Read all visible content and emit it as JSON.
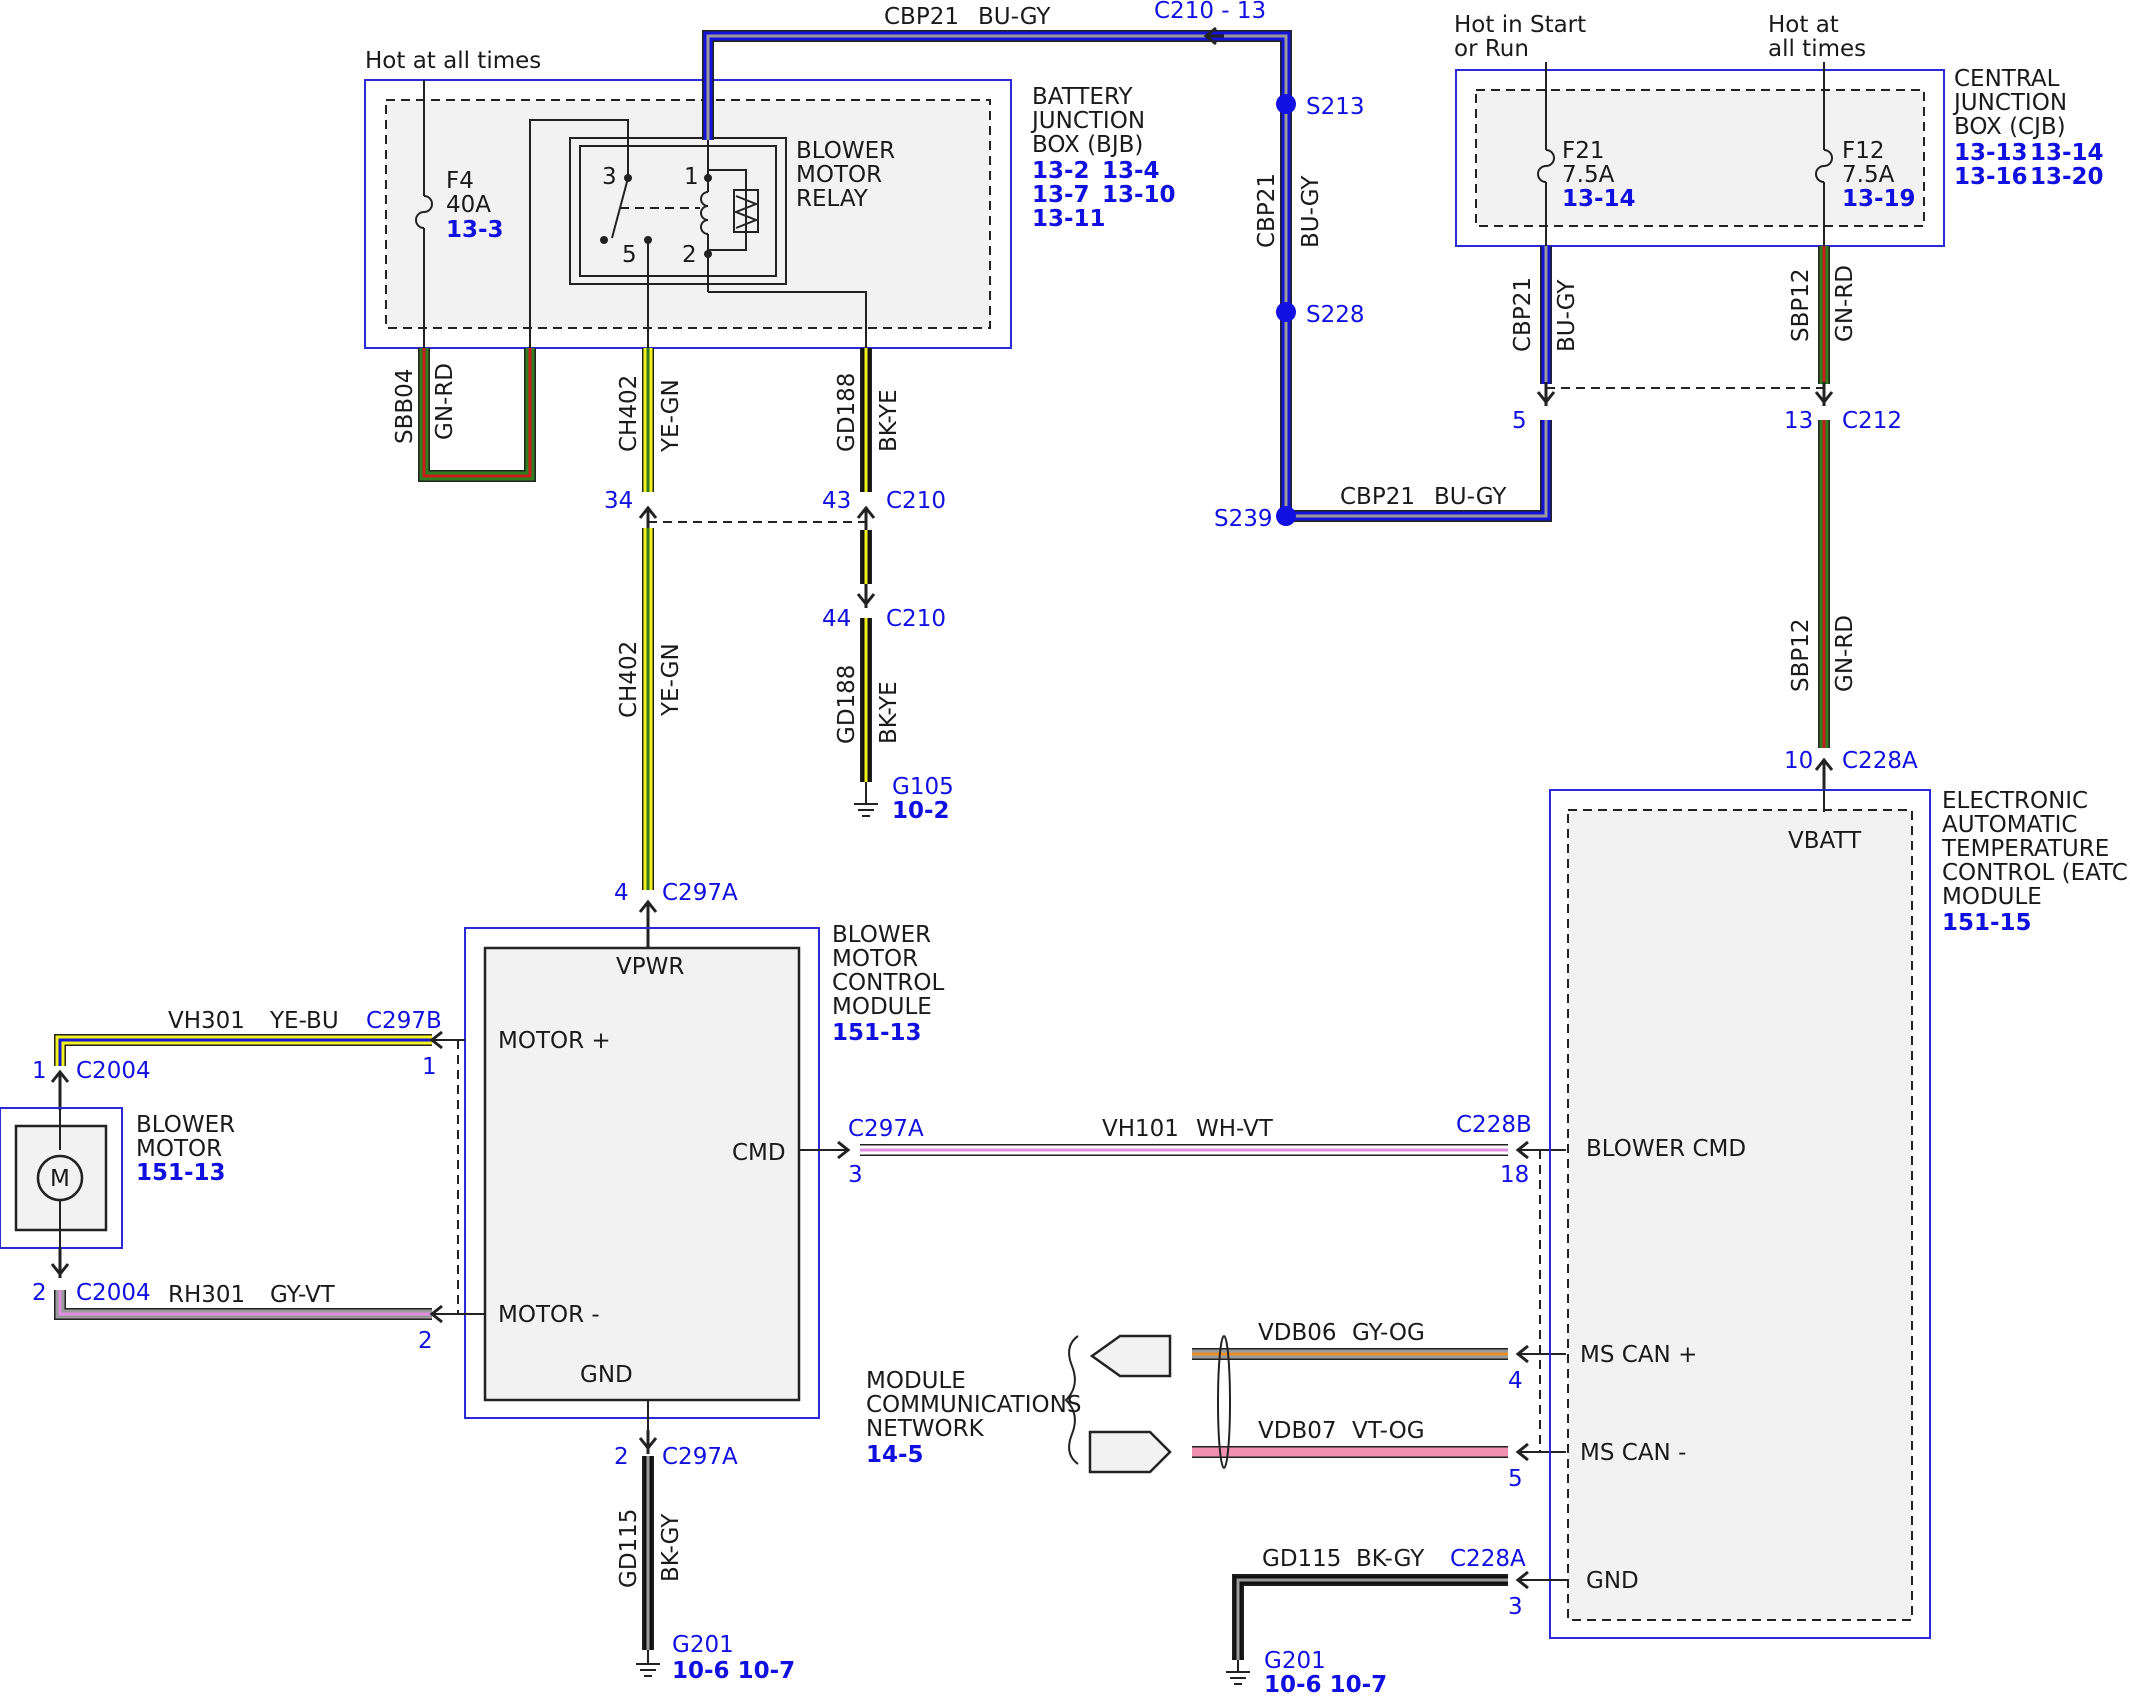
{
  "wire_colors": {
    "BU": "#1414d6",
    "GN": "#2f7d1e",
    "RD": "#c81e1e",
    "YE": "#f2f21c",
    "BK": "#111111",
    "GY": "#9a9a9a",
    "WH": "#ffffff",
    "VT": "#e08ee0",
    "OG": "#e8902a",
    "PK": "#f090b0"
  },
  "power_labels": {
    "bjb_hot": "Hot at all times",
    "cjb_hot_start": [
      "Hot in Start",
      "or Run"
    ],
    "cjb_hot_always": [
      "Hot at",
      "all times"
    ]
  },
  "battery_junction_box": {
    "title": [
      "BATTERY",
      "JUNCTION",
      "BOX (BJB)"
    ],
    "refs": [
      "13-2",
      "13-4",
      "13-7",
      "13-10",
      "13-11"
    ],
    "fuse": {
      "name": "F4",
      "rating": "40A",
      "ref": "13-3"
    },
    "relay": {
      "title": [
        "BLOWER",
        "MOTOR",
        "RELAY"
      ],
      "pins": [
        "3",
        "1",
        "5",
        "2"
      ]
    }
  },
  "central_junction_box": {
    "title": [
      "CENTRAL",
      "JUNCTION",
      "BOX (CJB)"
    ],
    "refs": [
      "13-13",
      "13-14",
      "13-16",
      "13-20"
    ],
    "fuse_f21": {
      "name": "F21",
      "rating": "7.5A",
      "ref": "13-14"
    },
    "fuse_f12": {
      "name": "F12",
      "rating": "7.5A",
      "ref": "13-19"
    }
  },
  "wires": {
    "cbp21_top": {
      "circuit": "CBP21",
      "color": "BU-GY"
    },
    "cbp21_vertical": {
      "circuit": "CBP21",
      "color": "BU-GY"
    },
    "cbp21_bottom": {
      "circuit": "CBP21",
      "color": "BU-GY"
    },
    "cbp21_cjb": {
      "circuit": "CBP21",
      "color": "BU-GY"
    },
    "sbb04": {
      "circuit": "SBB04",
      "color": "GN-RD"
    },
    "ch402_upper": {
      "circuit": "CH402",
      "color": "YE-GN"
    },
    "ch402_lower": {
      "circuit": "CH402",
      "color": "YE-GN"
    },
    "gd188_upper": {
      "circuit": "GD188",
      "color": "BK-YE"
    },
    "gd188_lower": {
      "circuit": "GD188",
      "color": "BK-YE"
    },
    "sbp12_upper": {
      "circuit": "SBP12",
      "color": "GN-RD"
    },
    "sbp12_lower": {
      "circuit": "SBP12",
      "color": "GN-RD"
    },
    "vh301": {
      "circuit": "VH301",
      "color": "YE-BU"
    },
    "rh301": {
      "circuit": "RH301",
      "color": "GY-VT"
    },
    "vh101": {
      "circuit": "VH101",
      "color": "WH-VT"
    },
    "vdb06": {
      "circuit": "VDB06",
      "color": "GY-OG"
    },
    "vdb07": {
      "circuit": "VDB07",
      "color": "VT-OG"
    },
    "gd115_left": {
      "circuit": "GD115",
      "color": "BK-GY"
    },
    "gd115_right": {
      "circuit": "GD115",
      "color": "BK-GY"
    }
  },
  "splices": {
    "s213": "S213",
    "s228": "S228",
    "s239": "S239"
  },
  "connectors": {
    "c210_13": "C210 - 13",
    "c210_34": {
      "pin": "34"
    },
    "c210_43": {
      "pin": "43",
      "name": "C210"
    },
    "c210_44": {
      "pin": "44",
      "name": "C210"
    },
    "c212_5": {
      "pin": "5"
    },
    "c212_13": {
      "pin": "13",
      "name": "C212"
    },
    "c228a_10": {
      "pin": "10",
      "name": "C228A"
    },
    "c297a_4": {
      "pin": "4",
      "name": "C297A"
    },
    "c297b": {
      "name": "C297B",
      "pin1": "1",
      "pin2": "2"
    },
    "c2004_1": {
      "pin": "1",
      "name": "C2004"
    },
    "c2004_2": {
      "pin": "2",
      "name": "C2004"
    },
    "c297a_3": {
      "pin": "3",
      "name": "C297A"
    },
    "c228b_18": {
      "pin": "18",
      "name": "C228B"
    },
    "c228_4": {
      "pin": "4"
    },
    "c228_5": {
      "pin": "5"
    },
    "c297a_2": {
      "pin": "2",
      "name": "C297A"
    },
    "c228a_3": {
      "pin": "3",
      "name": "C228A"
    }
  },
  "grounds": {
    "g105": {
      "name": "G105",
      "ref": "10-2"
    },
    "g201_left": {
      "name": "G201",
      "ref": "10-6 10-7"
    },
    "g201_right": {
      "name": "G201",
      "ref": "10-6 10-7"
    }
  },
  "blower_motor": {
    "title": [
      "BLOWER",
      "MOTOR"
    ],
    "ref": "151-13",
    "symbol": "M"
  },
  "blower_control_module": {
    "title": [
      "BLOWER",
      "MOTOR",
      "CONTROL",
      "MODULE"
    ],
    "ref": "151-13",
    "pins": {
      "vpwr": "VPWR",
      "motor_plus": "MOTOR +",
      "motor_minus": "MOTOR -",
      "cmd": "CMD",
      "gnd": "GND"
    }
  },
  "eatc_module": {
    "title": [
      "ELECTRONIC",
      "AUTOMATIC",
      "TEMPERATURE",
      "CONTROL (EATC)",
      "MODULE"
    ],
    "ref": "151-15",
    "pins": {
      "vbatt": "VBATT",
      "blower_cmd": "BLOWER CMD",
      "ms_can_plus": "MS CAN +",
      "ms_can_minus": "MS CAN -",
      "gnd": "GND"
    }
  },
  "network": {
    "title": [
      "MODULE",
      "COMMUNICATIONS",
      "NETWORK"
    ],
    "ref": "14-5"
  }
}
